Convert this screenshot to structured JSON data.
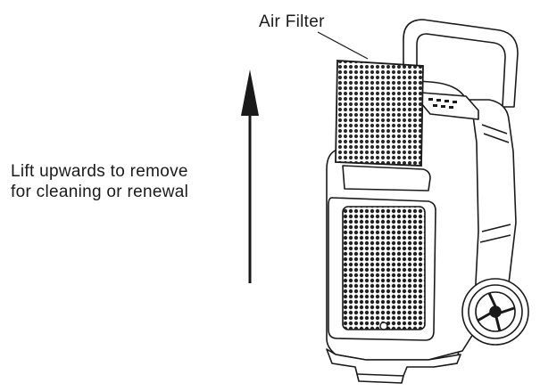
{
  "labels": {
    "air_filter": "Air Filter",
    "instruction_line1": "Lift upwards to remove",
    "instruction_line2": "for cleaning or renewal"
  },
  "colors": {
    "line": "#1a1a1a",
    "mesh": "#2a2a2a",
    "background": "#ffffff"
  }
}
